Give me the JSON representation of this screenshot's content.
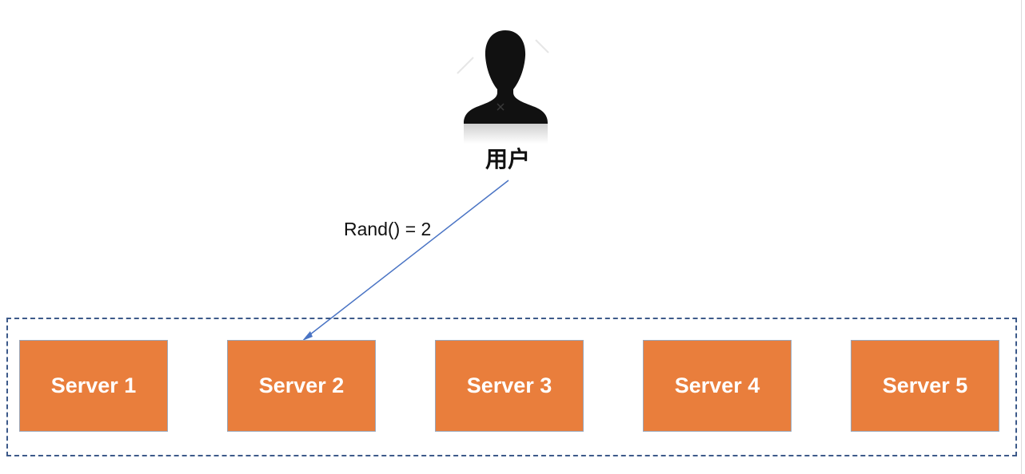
{
  "user": {
    "label": "用户",
    "icon": "user-silhouette-icon"
  },
  "connection": {
    "label": "Rand() = 2",
    "color": "#4a74c4",
    "target": "Server 2"
  },
  "server_pool": {
    "border_color": "#3d5a8a",
    "servers": [
      {
        "label": "Server 1"
      },
      {
        "label": "Server 2"
      },
      {
        "label": "Server 3"
      },
      {
        "label": "Server 4"
      },
      {
        "label": "Server 5"
      }
    ]
  },
  "colors": {
    "server_fill": "#e97e3c",
    "server_text": "#ffffff",
    "server_border": "#9aa6b8"
  }
}
